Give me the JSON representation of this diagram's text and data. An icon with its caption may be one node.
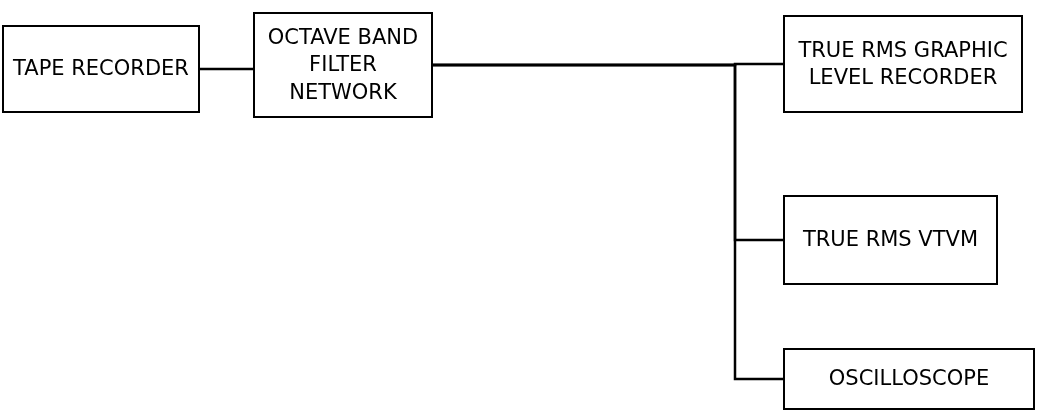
{
  "diagram": {
    "nodes": [
      {
        "text": [
          "TAPE RECORDER"
        ]
      },
      {
        "text": [
          "OCTAVE BAND FILTER NETWORK"
        ]
      },
      {
        "text": [
          "TRUE RMS GRAPHIC LEVEL RECORDER"
        ]
      },
      {
        "text": [
          "TRUE RMS VTVM"
        ]
      },
      {
        "text": [
          "OSCILLOSCOPE"
        ]
      }
    ],
    "edges": [
      {
        "from": 0,
        "to": 1,
        "arrow": "none"
      },
      {
        "from": 1,
        "to": 2,
        "arrow": "none"
      },
      {
        "from": 1,
        "to": 3,
        "arrow": "none"
      },
      {
        "from": 1,
        "to": 4,
        "arrow": "none"
      }
    ]
  }
}
